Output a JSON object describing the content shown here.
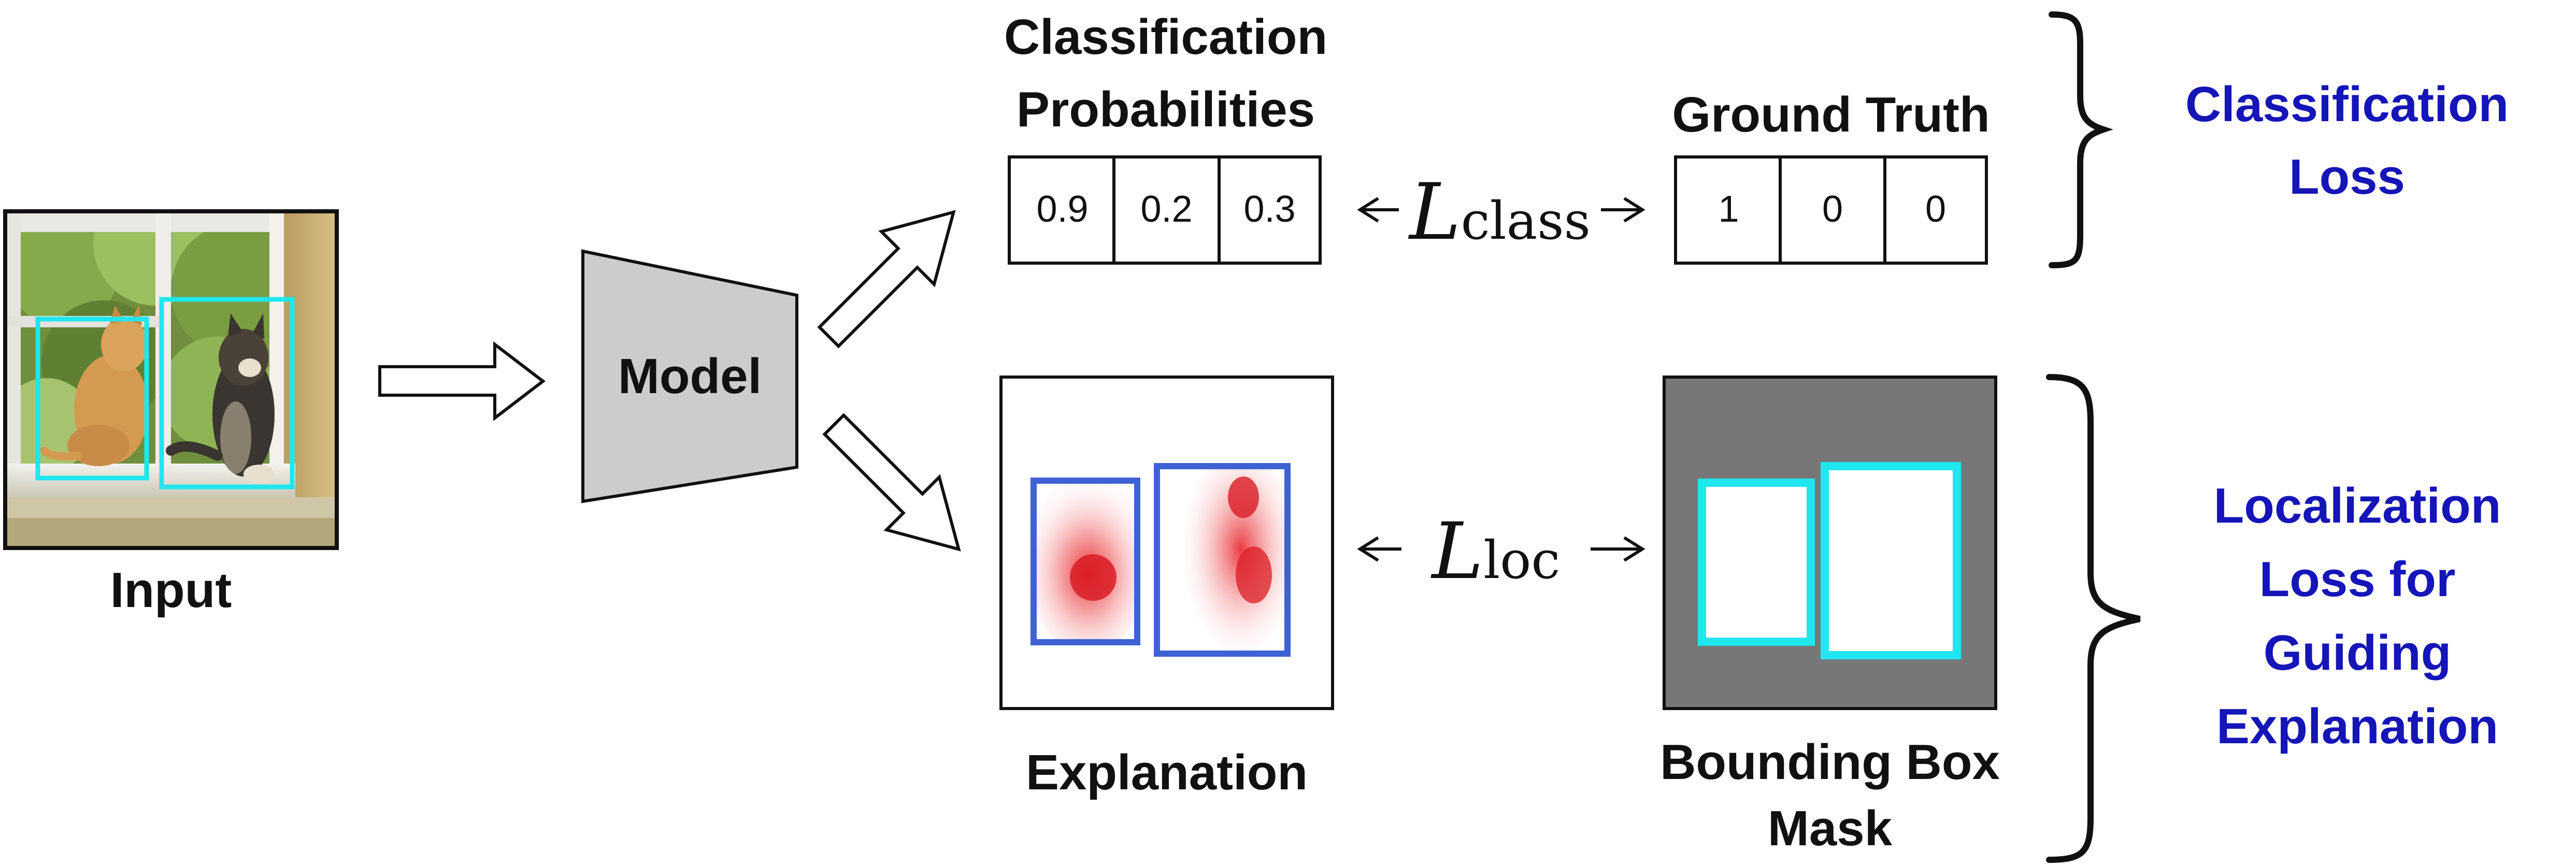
{
  "input": {
    "label": "Input"
  },
  "model": {
    "label": "Model"
  },
  "classification": {
    "title_line1": "Classification",
    "title_line2": "Probabilities",
    "probabilities": [
      "0.9",
      "0.2",
      "0.3"
    ]
  },
  "ground_truth": {
    "title": "Ground Truth",
    "values": [
      "1",
      "0",
      "0"
    ]
  },
  "class_loss_symbol": {
    "letter": "L",
    "subscript": "class"
  },
  "loc_loss_symbol": {
    "letter": "L",
    "subscript": "loc"
  },
  "explanation": {
    "label": "Explanation"
  },
  "bbox_mask": {
    "label_line1": "Bounding Box",
    "label_line2": "Mask"
  },
  "losses": {
    "classification_line1": "Classification",
    "classification_line2": "Loss",
    "localization_line1": "Localization",
    "localization_line2": "Loss for",
    "localization_line3": "Guiding",
    "localization_line4": "Explanation"
  },
  "colors": {
    "box_cyan": "#1fe6ef",
    "box_blue": "#3e62d4",
    "heat_red": "#e8242b",
    "mask_gray": "#777777",
    "loss_text_blue": "#1515b8",
    "model_fill": "#cccccc"
  }
}
